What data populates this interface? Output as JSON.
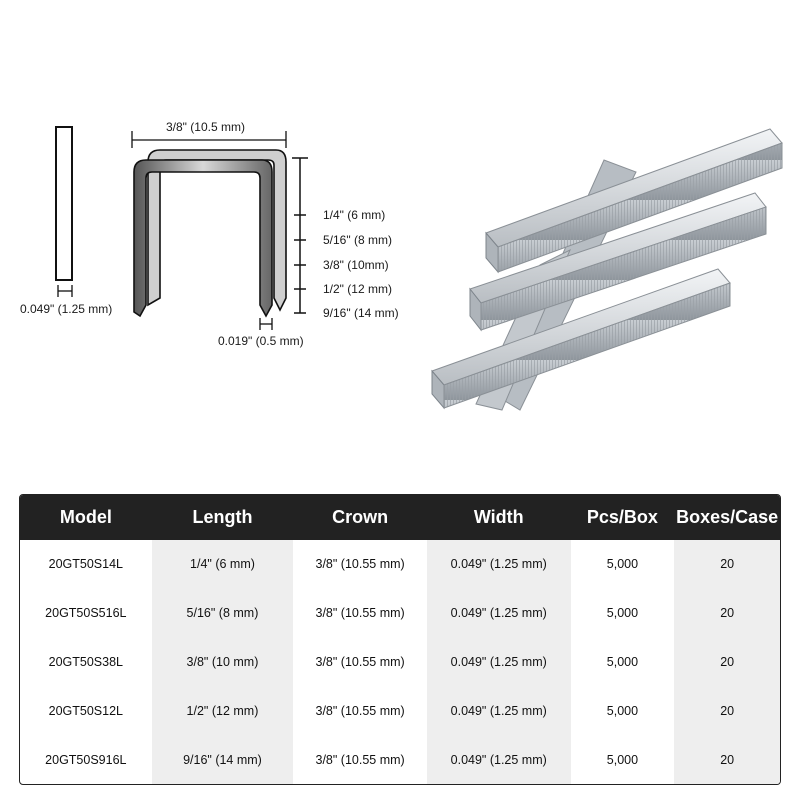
{
  "diagram": {
    "crown_label": "3/8\" (10.5 mm)",
    "wire_width_label": "0.049\" (1.25 mm)",
    "thickness_label": "0.019\" (0.5 mm)",
    "length_labels": [
      "1/4\" (6 mm)",
      "5/16\" (8 mm)",
      "3/8\" (10mm)",
      "1/2\" (12 mm)",
      "9/16\" (14 mm)"
    ]
  },
  "table": {
    "columns": [
      "Model",
      "Length",
      "Crown",
      "Width",
      "Pcs/Box",
      "Boxes/Case"
    ],
    "rows": [
      [
        "20GT50S14L",
        "1/4\" (6 mm)",
        "3/8\" (10.55 mm)",
        "0.049\" (1.25 mm)",
        "5,000",
        "20"
      ],
      [
        "20GT50S516L",
        "5/16\" (8 mm)",
        "3/8\" (10.55 mm)",
        "0.049\" (1.25 mm)",
        "5,000",
        "20"
      ],
      [
        "20GT50S38L",
        "3/8\" (10 mm)",
        "3/8\" (10.55 mm)",
        "0.049\" (1.25 mm)",
        "5,000",
        "20"
      ],
      [
        "20GT50S12L",
        "1/2\" (12 mm)",
        "3/8\" (10.55 mm)",
        "0.049\" (1.25 mm)",
        "5,000",
        "20"
      ],
      [
        "20GT50S916L",
        "9/16\" (14 mm)",
        "3/8\" (10.55 mm)",
        "0.049\" (1.25 mm)",
        "5,000",
        "20"
      ]
    ]
  }
}
